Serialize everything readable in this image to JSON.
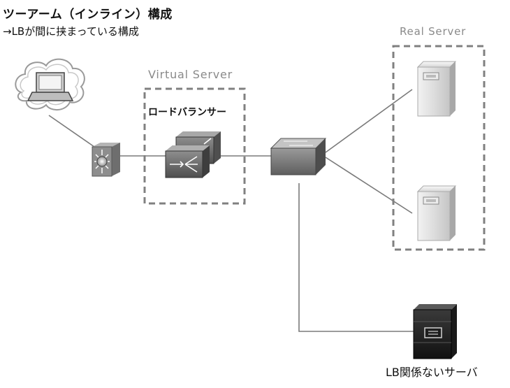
{
  "header": {
    "title": "ツーアーム（インライン）構成",
    "subtitle": "→LBが間に挟まっている構成"
  },
  "virtual_server": {
    "label": "Virtual Server",
    "inner_label": "ロードバランサー"
  },
  "real_server": {
    "label": "Real Server"
  },
  "standalone_server": {
    "label": "LB関係ないサーバ"
  },
  "icons": {
    "client": "laptop-in-cloud-icon",
    "router": "layer3-switch-icon",
    "load_balancer": "load-balancer-icon",
    "switch": "switch-icon",
    "real_servers": "server-icon",
    "standalone": "black-server-icon"
  },
  "colors": {
    "line": "#777777",
    "dashed_border": "#808080",
    "label_gray": "#8a8a8a"
  }
}
